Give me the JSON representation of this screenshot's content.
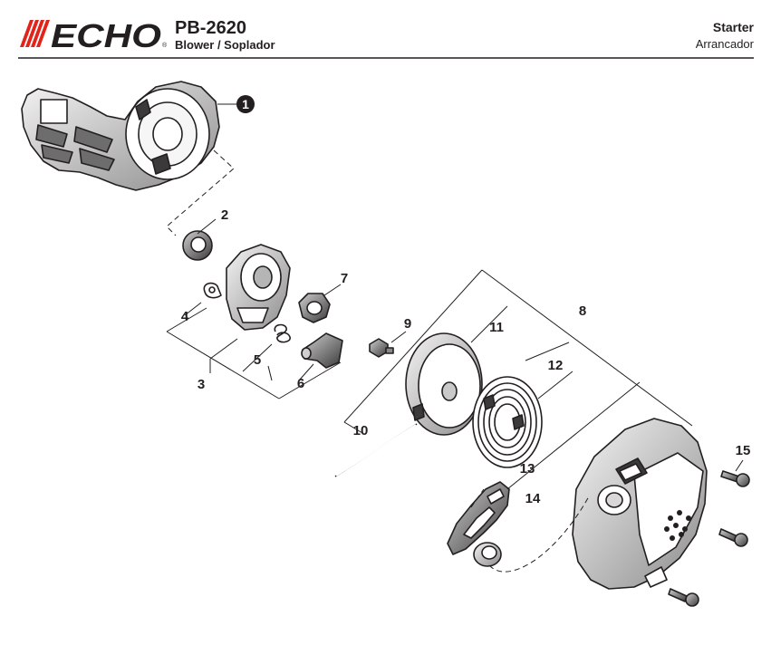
{
  "header": {
    "brand": "ECHO",
    "model": "PB-2620",
    "subtitle": "Blower / Soplador",
    "section": "Starter",
    "section_es": "Arrancador"
  },
  "callouts": [
    "1",
    "2",
    "3",
    "4",
    "5",
    "6",
    "7",
    "8",
    "9",
    "10",
    "11",
    "12",
    "13",
    "14",
    "15"
  ],
  "colors": {
    "ink": "#231f20",
    "part_fill": "#ffffff",
    "part_shade": "#9a9a9a",
    "part_dark": "#3a3a3a"
  }
}
